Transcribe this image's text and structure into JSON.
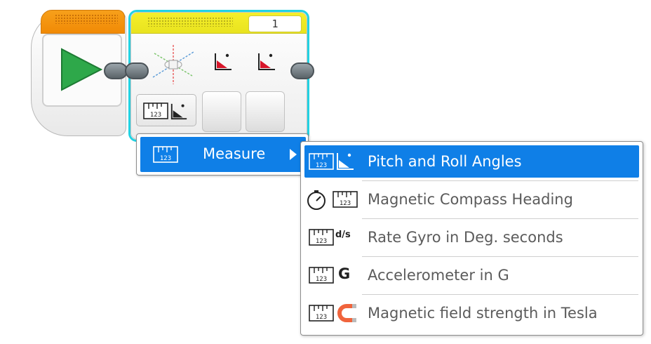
{
  "gyro_block": {
    "port": "1"
  },
  "measure_menu": {
    "label": "Measure"
  },
  "submenu": {
    "items": [
      {
        "label": "Pitch and Roll Angles",
        "selected": true
      },
      {
        "label": "Magnetic Compass Heading",
        "selected": false
      },
      {
        "label": "Rate Gyro in Deg. seconds",
        "selected": false,
        "icon_text": "d/s"
      },
      {
        "label": "Accelerometer in G",
        "selected": false,
        "icon_text": "G"
      },
      {
        "label": "Magnetic field strength in Tesla",
        "selected": false
      }
    ]
  },
  "colors": {
    "start_orange": "#f18a05",
    "play_green": "#2ea84a",
    "gyro_yellow": "#f5ef2a",
    "selection_cyan": "#22d2e2",
    "menu_highlight": "#0f7fe7",
    "magnet_red": "#f0643c"
  },
  "icons": {
    "play": "play-icon",
    "gyro": "gyro-axes-icon",
    "angle": "angle-icon",
    "ruler": "ruler-icon",
    "compass": "compass-icon",
    "magnet": "magnet-icon"
  }
}
